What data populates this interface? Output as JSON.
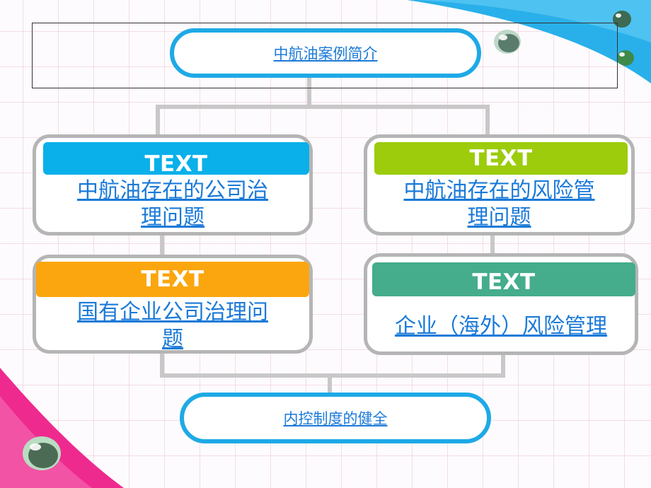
{
  "colors": {
    "accent_blue": "#1ea9e6",
    "link": "#1a7ad8",
    "ribbon_blue": "#0ab0ea",
    "ribbon_green": "#9ccc0c",
    "ribbon_orange": "#fba60e",
    "ribbon_teal": "#45ac8c",
    "card_border": "#b5b5b5",
    "connector": "#c8c8c8"
  },
  "top": {
    "title": "中航油案例简介"
  },
  "cards": [
    {
      "ribbon": "TEXT",
      "text": "中航油存在的公司治理问题",
      "color": "#0ab0ea"
    },
    {
      "ribbon": "TEXT",
      "text": "中航油存在的风险管理问题",
      "color": "#9ccc0c"
    },
    {
      "ribbon": "TEXT",
      "text": "国有企业公司治理问题",
      "color": "#fba60e"
    },
    {
      "ribbon": "TEXT",
      "text": "企业（海外）风险管理",
      "color": "#45ac8c"
    }
  ],
  "card_lines": {
    "c1_l1": "中航油存在的公司治",
    "c1_l2": "理问题",
    "c2_l1": "中航油存在的风险管",
    "c2_l2": "理问题",
    "c3_l1": "国有企业公司治理问",
    "c3_l2": "题",
    "c4_l1": "企业（海外）风险管理"
  },
  "bottom": {
    "title": "内控制度的健全"
  },
  "decorations": [
    "blue-swoosh",
    "pink-swoosh",
    "water-drop-icon",
    "water-drop-icon",
    "water-drop-icon",
    "water-drop-icon"
  ]
}
